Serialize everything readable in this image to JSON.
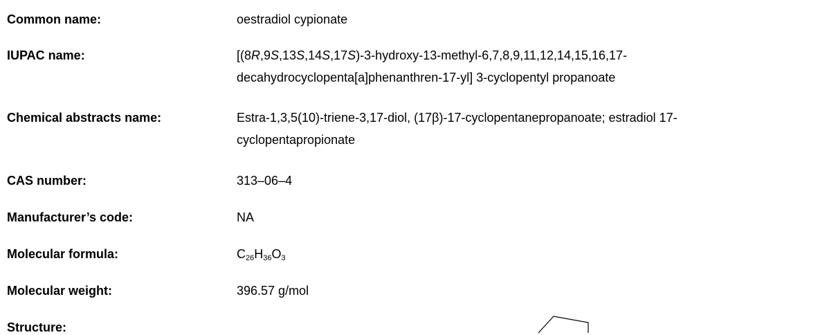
{
  "fields": {
    "common_name": {
      "label": "Common name:",
      "value": "oestradiol cypionate"
    },
    "iupac_name": {
      "label": "IUPAC name:",
      "prefix_1": "[(8",
      "r": "R",
      "prefix_2": ",9",
      "s1": "S",
      "prefix_3": ",13",
      "s2": "S",
      "prefix_4": ",14",
      "s3": "S",
      "prefix_5": ",17",
      "s4": "S",
      "line1_rest": ")-3-hydroxy-13-methyl-6,7,8,9,11,12,14,15,16,17-",
      "line2": "decahydrocyclopenta[a]phenanthren-17-yl] 3-cyclopentyl propanoate"
    },
    "chemical_abstracts_name": {
      "label": "Chemical abstracts name:",
      "line1": "Estra-1,3,5(10)-triene-3,17-diol, (17β)-17-cyclopentanepropanoate; estradiol 17-",
      "line2": "cyclopentapropionate"
    },
    "cas_number": {
      "label": "CAS number:",
      "value": "313–06–4"
    },
    "manufacturers_code": {
      "label": "Manufacturer’s code:",
      "value": "NA"
    },
    "molecular_formula": {
      "label": "Molecular formula:",
      "c": "C",
      "c_n": "26",
      "h": "H",
      "h_n": "36",
      "o": "O",
      "o_n": "3"
    },
    "molecular_weight": {
      "label": "Molecular weight:",
      "value": "396.57 g/mol"
    },
    "structure": {
      "label": "Structure:"
    }
  }
}
